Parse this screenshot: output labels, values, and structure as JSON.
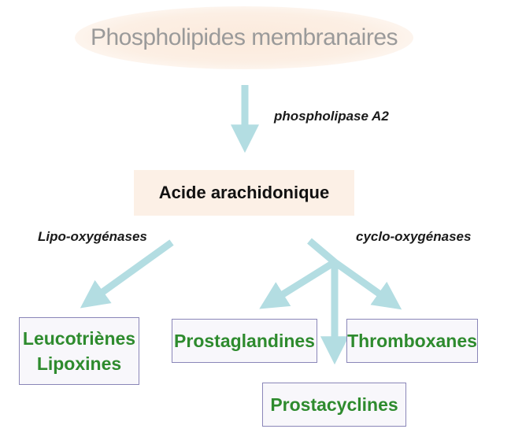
{
  "diagram": {
    "source": "Phospholipides membranaires",
    "hub": "Acide arachidonique",
    "enzymes": {
      "phospholipase": "phospholipase A2",
      "lipo": "Lipo-oxygénases",
      "cyclo": "cyclo-oxygénases"
    },
    "products": {
      "leuco_line1": "Leucotriènes",
      "leuco_line2": "Lipoxines",
      "prostaglandines": "Prostaglandines",
      "thromboxanes": "Thromboxanes",
      "prostacyclines": "Prostacyclines"
    }
  },
  "colors": {
    "arrow": "#b3dde2",
    "product_text": "#2e8b2e",
    "product_border": "#8a86b8",
    "hub_fill": "#fcf0e6",
    "source_text": "#9a9a9a"
  }
}
